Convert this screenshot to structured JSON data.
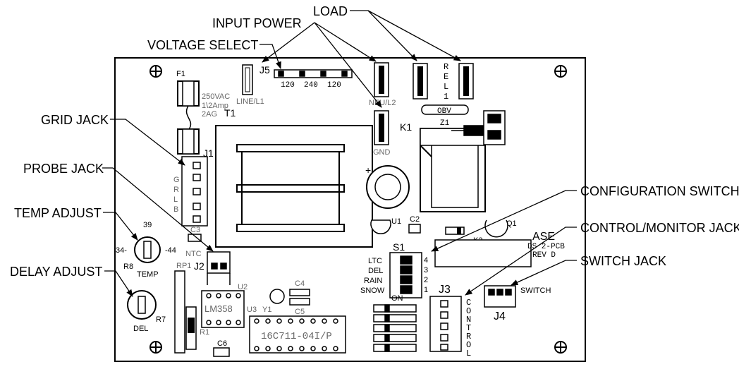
{
  "callouts": {
    "load": "LOAD",
    "input_power": "INPUT POWER",
    "voltage_select": "VOLTAGE SELECT",
    "grid_jack": "GRID JACK",
    "probe_jack": "PROBE JACK",
    "temp_adjust": "TEMP ADJUST",
    "delay_adjust": "DELAY ADJUST",
    "configuration_switch": "CONFIGURATION SWITCH",
    "control_monitor_jack": "CONTROL/MONITOR JACK",
    "switch_jack": "SWITCH JACK"
  },
  "board": {
    "f1": "F1",
    "fuse_rating_1": "250VAC",
    "fuse_rating_2": "1\\2Amp",
    "fuse_rating_3": "2AG",
    "t1": "T1",
    "j1": "J1",
    "j5": "J5",
    "j2": "J2",
    "j3": "J3",
    "j4": "J4",
    "line_l1": "LINE/L1",
    "neu_l2": "NEU/L2",
    "gnd": "GND",
    "voltage_options": "120  240  120",
    "rel": [
      "R",
      "E",
      "L",
      "1"
    ],
    "obv": "OBV",
    "k1": "K1",
    "z1": "Z1",
    "k2": "K2",
    "q1": "Q1",
    "u1": "U1",
    "c2": "C2",
    "c3": "C3",
    "ntc": "NTC",
    "n39": "39",
    "n34": "34-",
    "n44": "-44",
    "r8": "R8",
    "temp": "TEMP",
    "rp1": "RP1",
    "u2": "U2",
    "c4": "C4",
    "y1": "Y1",
    "c5": "C5",
    "u3": "U3",
    "lm358": "LM358",
    "chip": "16C711-04I/P",
    "r1": "R1",
    "c6": "C6",
    "r7": "R7",
    "del": "DEL",
    "s1": "S1",
    "ltc": "LTC",
    "del2": "DEL",
    "rain": "RAIN",
    "snow": "SNOW",
    "on": "ON",
    "switch_nums": [
      "4",
      "3",
      "2",
      "1"
    ],
    "ase": "ASE",
    "ds_pcb": "DS 2-PCB",
    "rev": "REV D",
    "switch_label": "SWITCH",
    "control_letters": [
      "C",
      "O",
      "N",
      "T",
      "R",
      "O",
      "L"
    ],
    "j1_pins": [
      "G",
      "R",
      "L",
      "B"
    ]
  }
}
